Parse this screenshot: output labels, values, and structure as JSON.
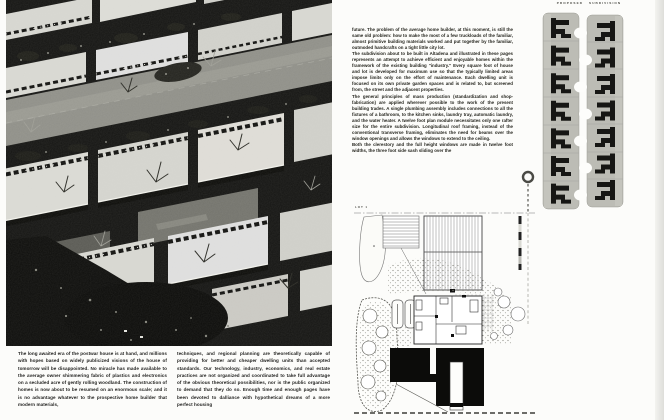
{
  "magazine": {
    "left_page": {
      "caption_columns": [
        "The long awaited era of the postwar house is at hand, and millions with hopes based on widely publicized visions of the house of tomorrow will be disappointed.  No miracle has made available to the average owner shimmering fabric of plastics and electronics on a secluded acre of gently rolling woodland.  The construction of homes is now about to be resumed on an enormous scale; and it is no advantage whatever to the prospective home builder that modern materials,",
        "techniques, and regional planning are theoretically capable of providing for better and cheaper dwelling units than accepted standards.  Our technology, industry, economics, and real estate practices are not organized and coordinated to take full advantage of the obvious theoretical possibilities, nor is the public organized to demand that they do so.  Enough time and enough pages have been devoted to dalliance with hypothetical dreams of a more perfect housing"
      ]
    },
    "right_page": {
      "article_paragraphs": [
        "future.  The problem of the average home builder, at this moment, is still the same old problem: how to make the most of a few truckloads of the familiar, almost primitive building materials worked and put together by the familiar, outmoded handcrafts on a tight little city lot.",
        "The subdivision about to be built in Altadena and illustrated in these pages represents an attempt to achieve efficient and enjoyable homes within the framework of the existing building \"industry.\"  Every square foot of house and lot is developed for maximum use so that the typically limited areas impose limits only on the effort of maintenance.  Each dwelling unit is focused on its own private garden spaces and is related to, but screened from, the street and the adjacent properties.",
        "The general principles of mass production (standardization and shop-fabrication) are applied wherever possible to the work of the present building trades.  A single plumbing assembly includes connections to all the fixtures of a bathroom, to the kitchen sinks, laundry tray, automatic laundry, and the water heater. A twelve foot plan module necessitates only one rafter size for the entire subdivision.  Longitudinal roof framing, instead of the conventional transverse framing, eliminates the need for beams over the window openings and allows the windows to extend to the ceiling.",
        "Both the clerestory and the full height windows are made in twelve foot widths, the three foot side sash sliding over the"
      ],
      "site_plan": {
        "caption": "PROPOSED SUBDIVISION",
        "columns": 2,
        "units_per_column": 7
      },
      "floor_plan": {
        "caption": "LOT 1"
      }
    },
    "colors": {
      "paper": "#fcfcfa",
      "photo_black": "#141412",
      "plan_gray": "#bcbcb5",
      "ink": "#242422"
    }
  }
}
